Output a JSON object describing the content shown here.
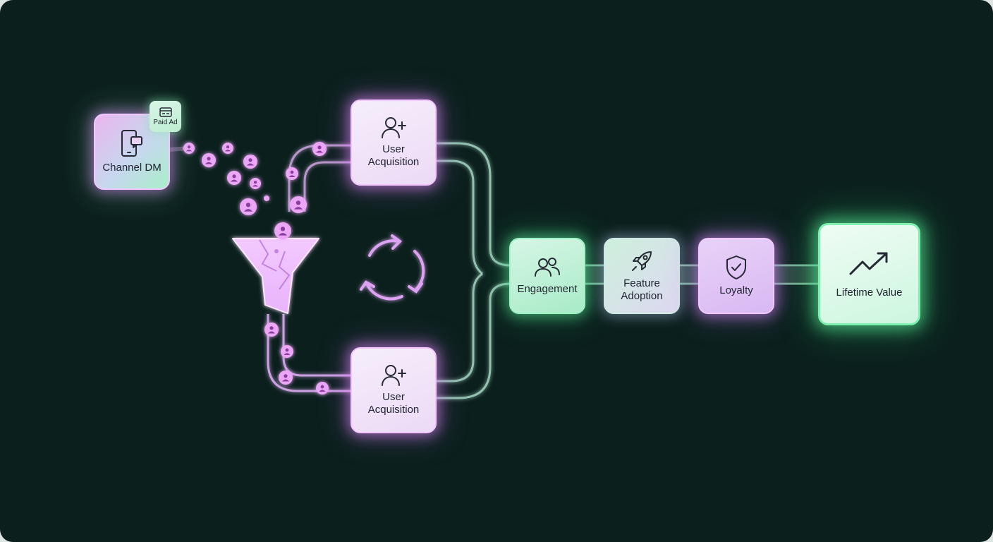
{
  "nodes": {
    "channel": {
      "label": "Channel DM",
      "icon": "smartphone-chat-icon"
    },
    "paid_ad": {
      "label": "Paid Ad",
      "icon": "ad-card-icon"
    },
    "acquisition_top": {
      "label_line1": "User",
      "label_line2": "Acquisition",
      "icon": "user-plus-icon"
    },
    "acquisition_bottom": {
      "label_line1": "User",
      "label_line2": "Acquisition",
      "icon": "user-plus-icon"
    },
    "engagement": {
      "label": "Engagement",
      "icon": "users-icon"
    },
    "feature_adoption": {
      "label_line1": "Feature",
      "label_line2": "Adoption",
      "icon": "rocket-icon"
    },
    "loyalty": {
      "label": "Loyalty",
      "icon": "shield-check-icon"
    },
    "lifetime_value": {
      "label": "Lifetime Value",
      "icon": "trend-up-icon"
    }
  },
  "decorations": {
    "funnel": "broken-funnel-icon",
    "cycle": "refresh-cycle-icon",
    "user_dots": "user-dot-icon"
  },
  "colors": {
    "background": "#0b201d",
    "pink_glow": "#e88cff",
    "green_glow": "#5ae696",
    "text": "#1f2430"
  }
}
